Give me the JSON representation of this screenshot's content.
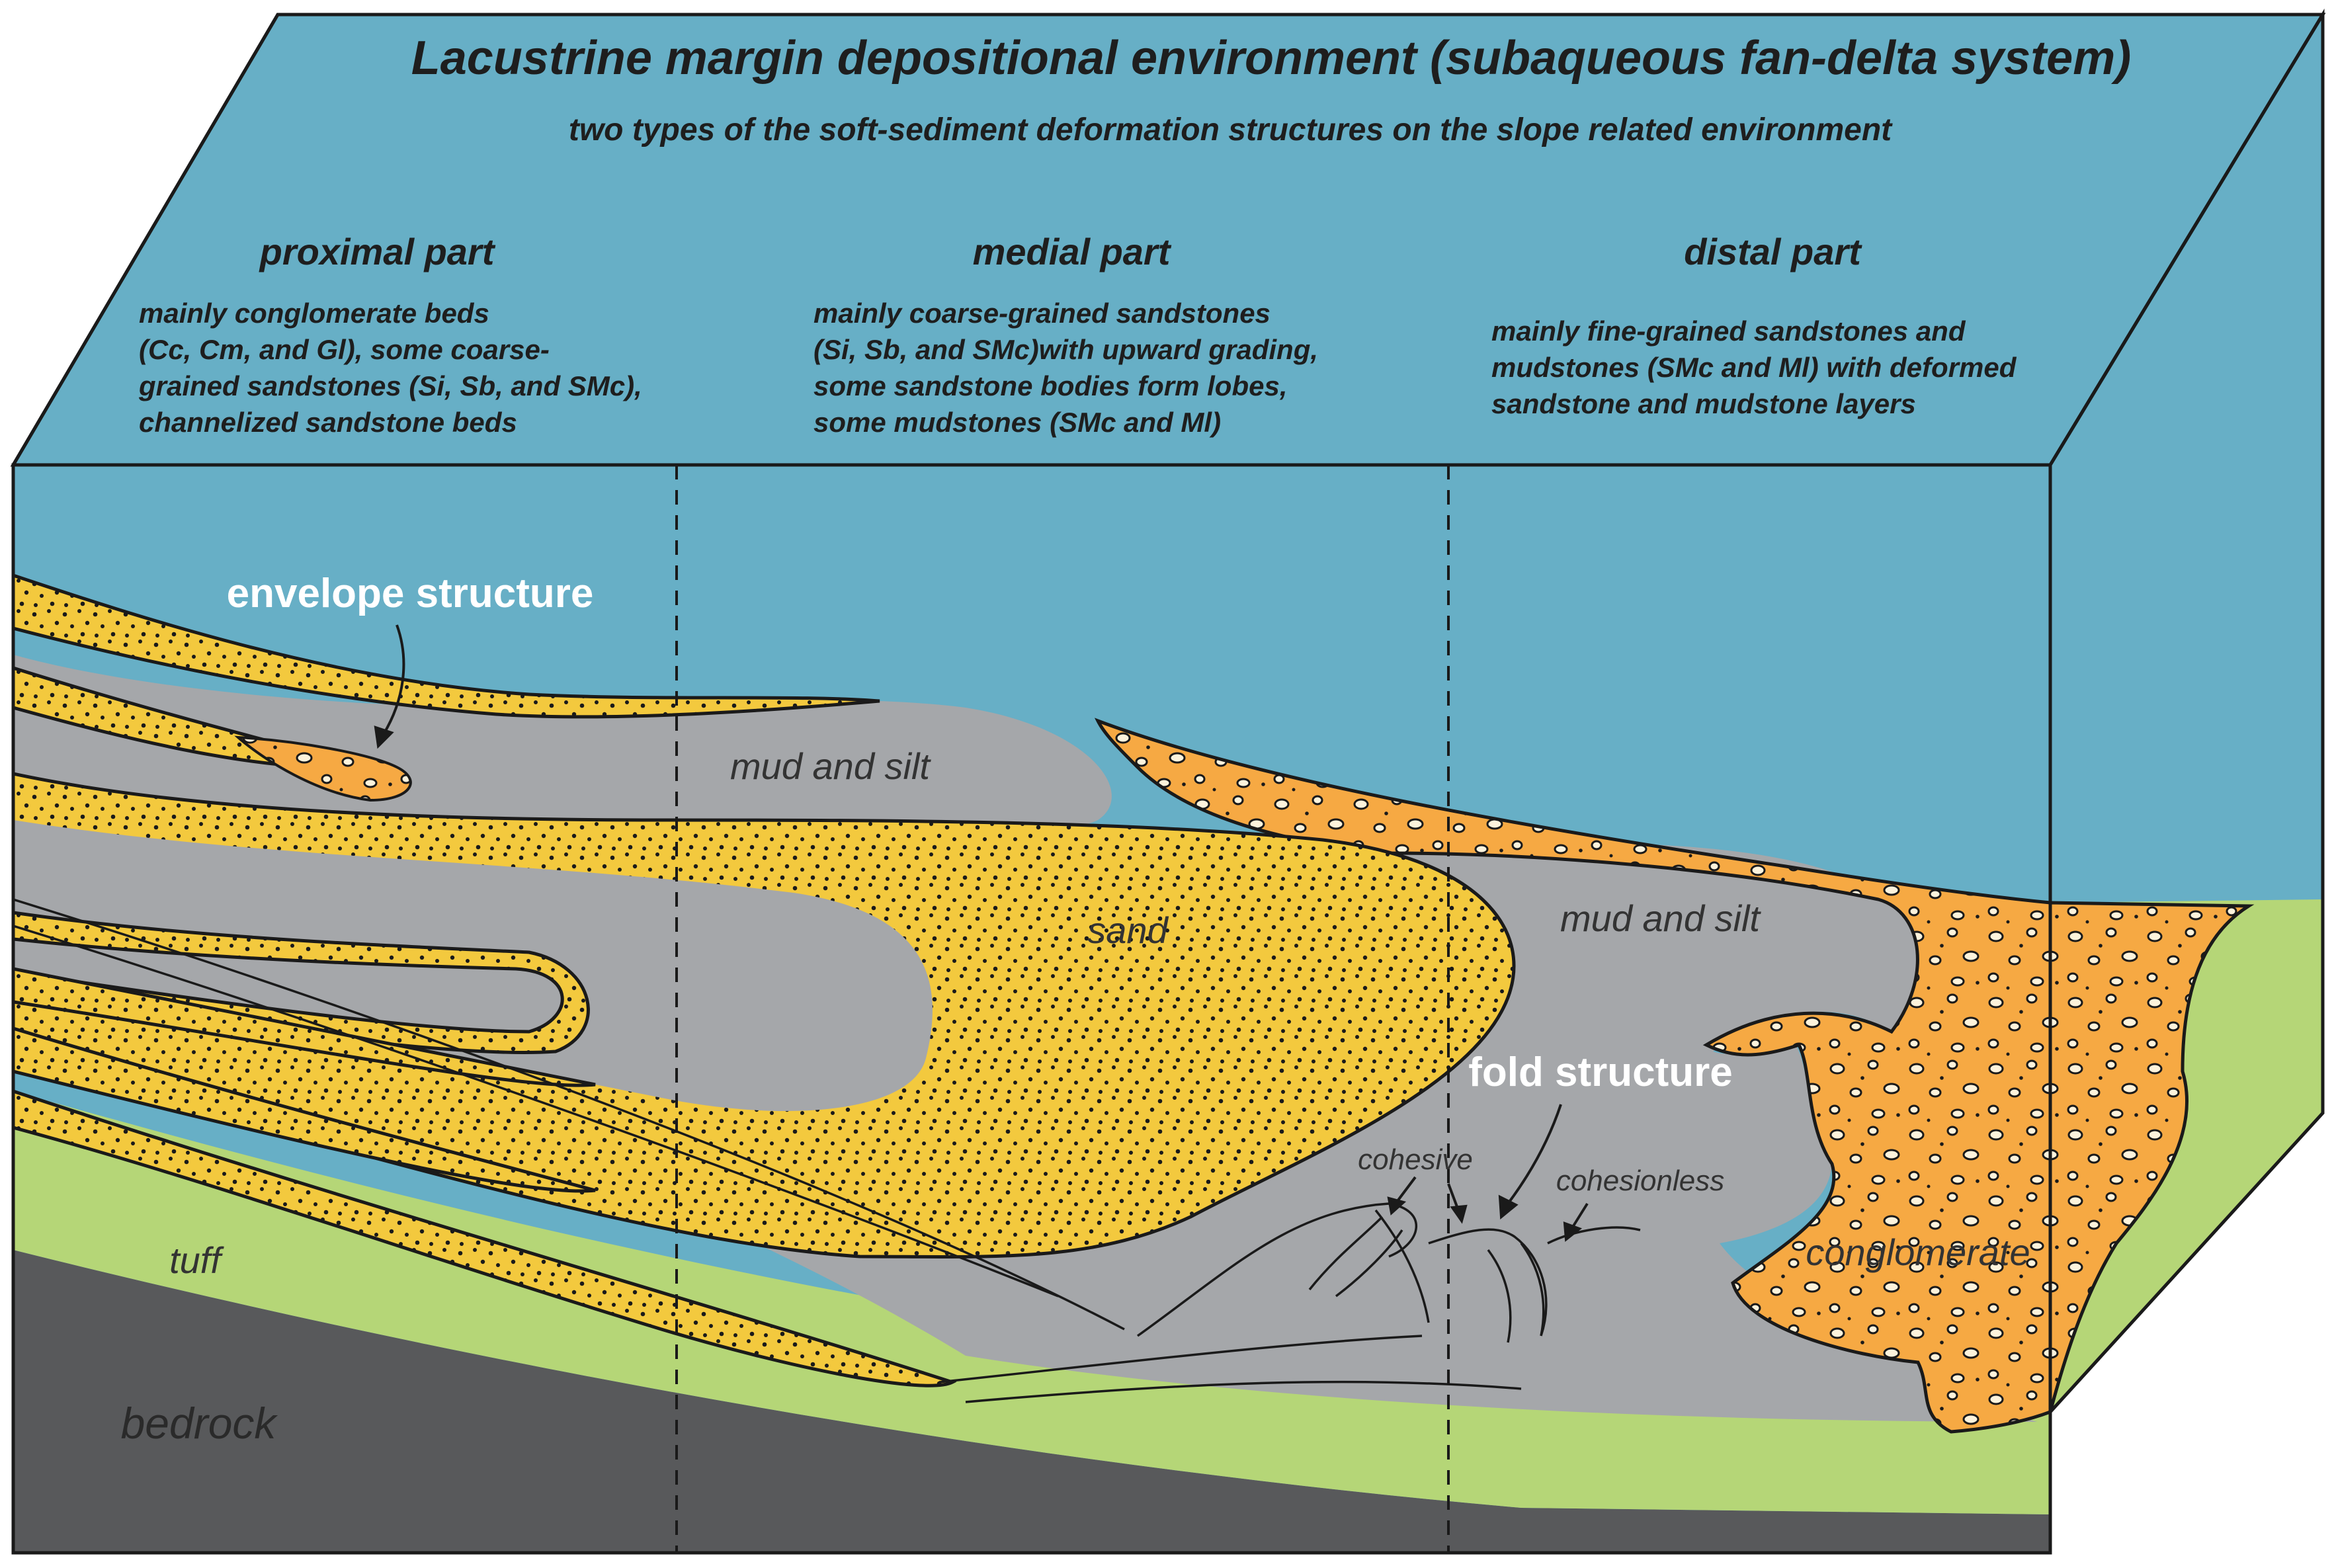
{
  "title": "Lacustrine margin depositional environment (subaqueous fan-delta system)",
  "subtitle": "two types of the soft-sediment deformation structures on the slope related environment",
  "parts": [
    {
      "heading": "proximal part",
      "lines": [
        "mainly conglomerate beds",
        "(Cc, Cm, and Gl), some coarse-",
        "grained sandstones (Si, Sb, and SMc),",
        "channelized sandstone beds"
      ]
    },
    {
      "heading": "medial part",
      "lines": [
        "mainly coarse-grained sandstones",
        "(Si, Sb, and SMc)with upward grading,",
        "some sandstone bodies form lobes,",
        "some mudstones (SMc and Ml)"
      ]
    },
    {
      "heading": "distal part",
      "lines": [
        "mainly fine-grained sandstones and",
        "mudstones (SMc and Ml) with deformed",
        "sandstone and mudstone layers"
      ]
    }
  ],
  "callouts": {
    "envelope": "envelope structure",
    "fold": "fold structure",
    "cohesive": "cohesive",
    "cohesionless": "cohesionless"
  },
  "labels": {
    "mud_upper": "mud and silt",
    "mud_lower": "mud and silt",
    "sand": "sand",
    "conglomerate": "conglomerate",
    "tuff": "tuff",
    "bedrock": "bedrock"
  },
  "colors": {
    "water": "#67afc6",
    "mud": "#a5a7aa",
    "sand": "#f3c93e",
    "conglomerate": "#f6a943",
    "tuff": "#b5d677",
    "bedrock": "#58595b",
    "outline": "#1a1a1a"
  }
}
